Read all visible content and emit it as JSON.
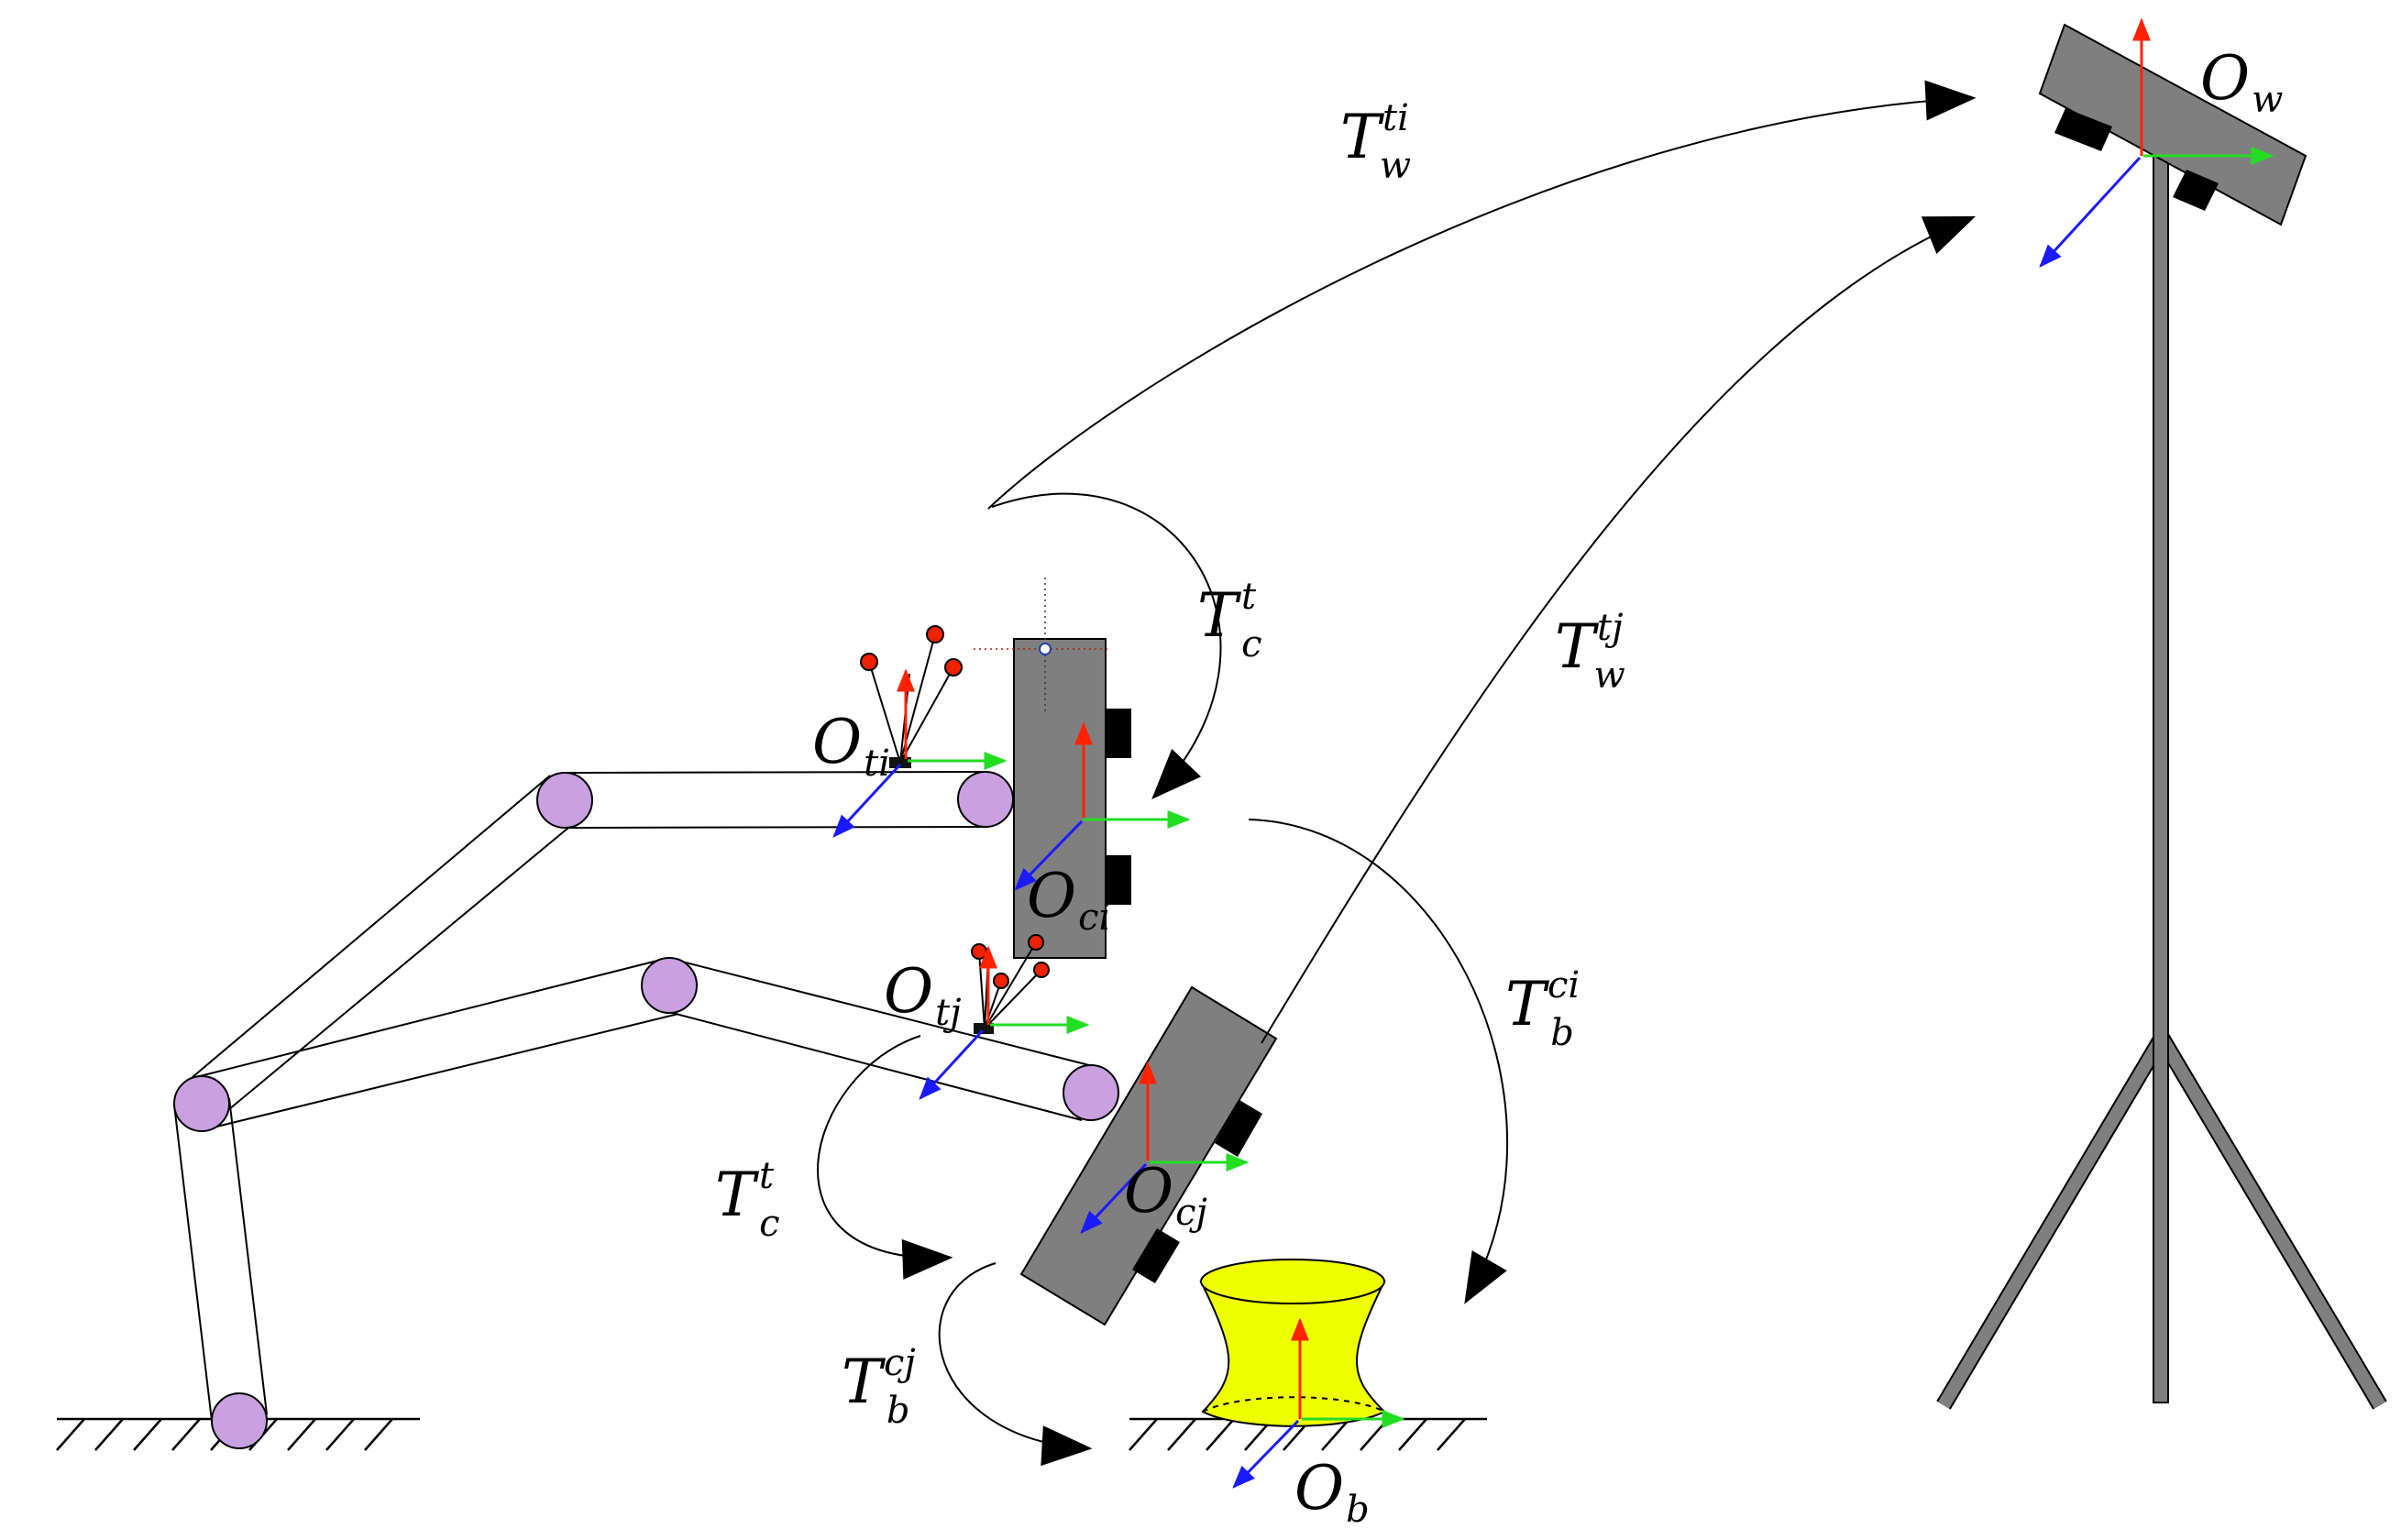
{
  "labels": {
    "T_w_ti": {
      "base": "T",
      "sup": "ti",
      "sub": "w"
    },
    "T_w_tj": {
      "base": "T",
      "sup": "tj",
      "sub": "w"
    },
    "T_c_t_upper": {
      "base": "T",
      "sup": "t",
      "sub": "c"
    },
    "T_c_t_lower": {
      "base": "T",
      "sup": "t",
      "sub": "c"
    },
    "T_b_ci": {
      "base": "T",
      "sup": "ci",
      "sub": "b"
    },
    "T_b_cj": {
      "base": "T",
      "sup": "cj",
      "sub": "b"
    },
    "O_ti": {
      "base": "O",
      "sub": "ti"
    },
    "O_tj": {
      "base": "O",
      "sub": "tj"
    },
    "O_ci": {
      "base": "O",
      "sub": "ci"
    },
    "O_cj": {
      "base": "O",
      "sub": "cj"
    },
    "O_w": {
      "base": "O",
      "sub": "w"
    },
    "O_b": {
      "base": "O",
      "sub": "b"
    }
  },
  "colors": {
    "axis_x": "#22dd22",
    "axis_y": "#ff2200",
    "axis_z": "#1a1aff",
    "camera_body": "#7f7f7f",
    "joint": "#c9a0e0",
    "marker": "#ee2200",
    "object": "#eeff00"
  }
}
